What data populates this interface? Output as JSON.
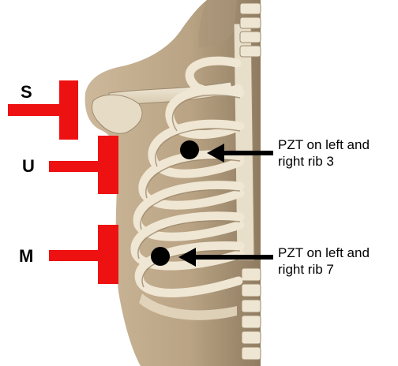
{
  "regions": [
    {
      "letter": "S"
    },
    {
      "letter": "U"
    },
    {
      "letter": "M"
    }
  ],
  "sensors": [
    {
      "line1": "PZT on left and",
      "line2": "right rib 3"
    },
    {
      "line1": "PZT on left and",
      "line2": "right rib 7"
    }
  ],
  "colors": {
    "marker": "#ee1111",
    "arrow": "#000000",
    "skin": "#c9b59a",
    "bone": "#efe6d3",
    "bone_shadow": "#a8957a",
    "background": "#ffffff"
  }
}
